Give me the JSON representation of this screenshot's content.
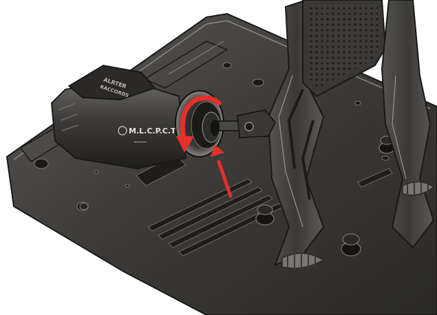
{
  "image": {
    "subject": "pedal-assembly-render",
    "decals": {
      "housing_brand": "M.L.C.P.C.T",
      "housing_small": "━━━━━━",
      "clamp_text_1": "ALRTER",
      "clamp_text_2": "RACCORDS"
    },
    "colors": {
      "background": "#ffffff",
      "metal_dark": "#2b2a28",
      "metal_mid": "#4a4845",
      "metal_light": "#7a7773",
      "edge_highlight": "#a9a6a0",
      "arrow_red": "#e4302b"
    },
    "icons": [
      "rotate-arrow-icon",
      "pointer-arrow-icon"
    ]
  }
}
